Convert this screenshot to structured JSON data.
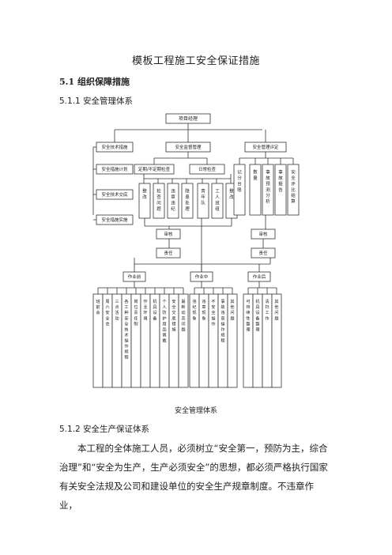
{
  "document": {
    "title": "模板工程施工安全保证措施",
    "section": "5.1 组织保障措施",
    "sub1": "5.1.1 安全管理体系",
    "caption": "安全管理体系",
    "sub2": "5.1.2 安全生产保证体系",
    "paragraph": "本工程的全体施工人员，必须树立“安全第一，预防为主，综合治理”和“安全为生产，生产必须安全”的思想，都必须严格执行国家有关安全法规及公司和建设单位的安全生产规章制度。不违章作业，"
  },
  "org_chart": {
    "root": "项目经理",
    "level1": [
      "安全技术措施",
      "安全监督管理",
      "安全管理评定"
    ],
    "tech_items": [
      "安全措施计划",
      "安全技术交底",
      "安全措施实施"
    ],
    "inspections": [
      "定期/不定期检查",
      "日常检查"
    ],
    "inspection_leaves": [
      "整改",
      "检查问题",
      "违章违纪",
      "隐患处理",
      "青年队",
      "工人班组",
      "整改"
    ],
    "evaluation_leaves": [
      "记分台账",
      "数量",
      "事故预测分析",
      "事故报告",
      "安全评比结算"
    ],
    "review": "审核",
    "duty": "责任",
    "phases": [
      "作业前",
      "作业中",
      "作业后"
    ],
    "before_leaves": [
      "班前会",
      "周六安全会",
      "三点活动",
      "各工种安全技术操作规程",
      "岗位责任制",
      "作业环境",
      "机具设备",
      "个人防护用品佩戴",
      "安全交底措施",
      "最新动态问题"
    ],
    "during_leaves": [
      "违纪现象",
      "违章现象",
      "不安全操作",
      "事故违章操作规程",
      "其他问题"
    ],
    "after_leaves": [
      "可持续性整理",
      "机具设备整理",
      "清扫工作",
      "其他问题"
    ]
  }
}
